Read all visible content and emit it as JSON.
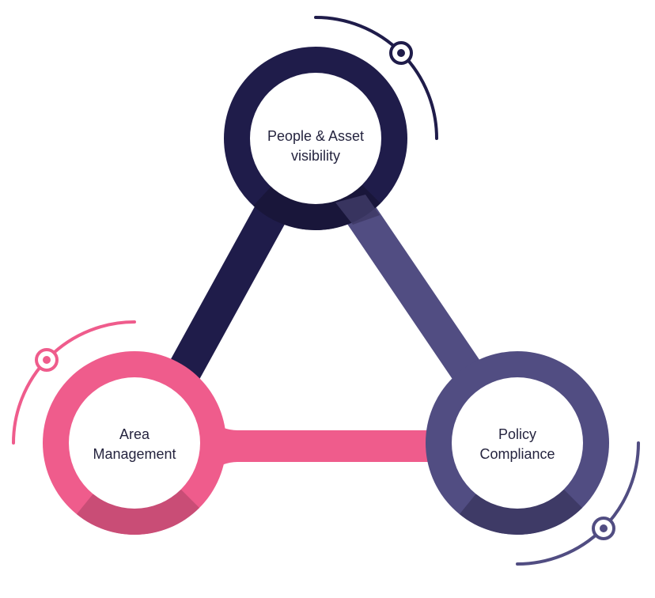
{
  "colors": {
    "navy": "#1f1c4a",
    "navy_dark": "#181638",
    "purple": "#514d82",
    "purple_dark": "#3e3a66",
    "pink": "#ef5c8c",
    "pink_dark": "#c94d76",
    "text": "#25243f",
    "background": "#ffffff"
  },
  "nodes": {
    "people_asset": {
      "label_line1": "People & Asset",
      "label_line2": "visibility",
      "color": "navy"
    },
    "area_management": {
      "label_line1": "Area",
      "label_line2": "Management",
      "color": "pink"
    },
    "policy_compliance": {
      "label_line1": "Policy",
      "label_line2": "Compliance",
      "color": "purple"
    }
  },
  "connectors": [
    {
      "from": "people_asset",
      "to": "area_management",
      "color": "navy"
    },
    {
      "from": "people_asset",
      "to": "policy_compliance",
      "color": "purple"
    },
    {
      "from": "area_management",
      "to": "policy_compliance",
      "color": "pink"
    }
  ],
  "orbit_markers": [
    {
      "node": "people_asset",
      "icon": "orbit-target-icon",
      "color": "navy"
    },
    {
      "node": "area_management",
      "icon": "orbit-target-icon",
      "color": "pink"
    },
    {
      "node": "policy_compliance",
      "icon": "orbit-target-icon",
      "color": "purple"
    }
  ]
}
